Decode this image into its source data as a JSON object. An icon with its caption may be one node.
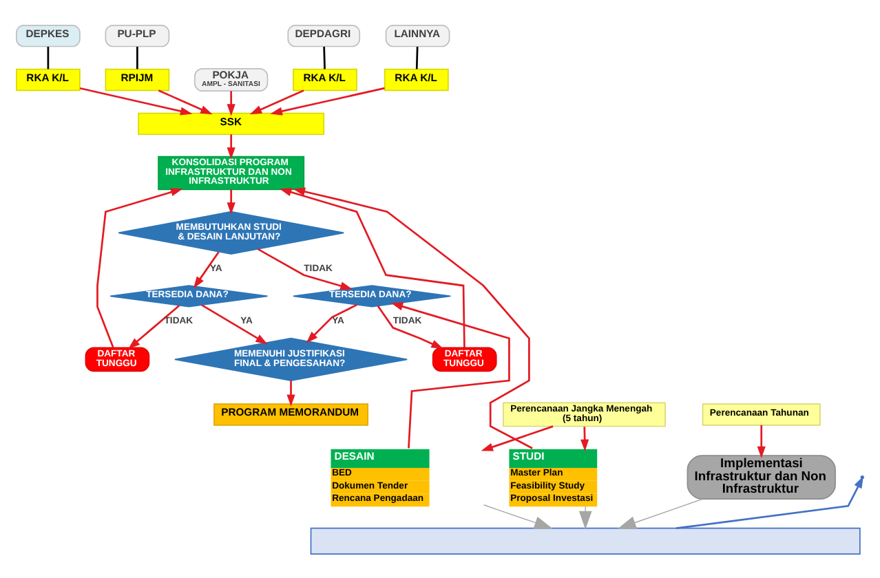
{
  "diagram": {
    "nodes": [
      {
        "text": [
          "DEPKES"
        ]
      },
      {
        "text": [
          "PU-PLP"
        ]
      },
      {
        "text": [
          "DEPDAGRI"
        ]
      },
      {
        "text": [
          "LAINNYA"
        ]
      },
      {
        "text": [
          "RKA K/L"
        ]
      },
      {
        "text": [
          "RPIJM"
        ]
      },
      {
        "text": [
          "POKJA",
          "AMPL - SANITASI"
        ]
      },
      {
        "text": [
          "RKA K/L"
        ]
      },
      {
        "text": [
          "RKA K/L"
        ]
      },
      {
        "text": [
          "SSK"
        ]
      },
      {
        "text": [
          "DAFTAR TUNGGU"
        ]
      },
      {
        "text": [
          "KONSOLIDASI PROGRAM INFRASTRUKTUR DAN NON INFRASTRUKTUR"
        ]
      },
      {
        "text": [
          "DAFTAR TUNGGU"
        ]
      },
      {
        "text": [
          "MEMBUTUHKAN STUDI & DESAIN LANJUTAN?"
        ]
      },
      {
        "text": [
          "TERSEDIA DANA?"
        ]
      },
      {
        "text": [
          "TERSEDIA DANA?"
        ]
      },
      {
        "text": [
          "MEMENUHI JUSTIFIKASI FINAL & PENGESAHAN?"
        ]
      },
      {
        "text": [
          "PROGRAM MEMORANDUM"
        ]
      },
      {
        "text": [
          "Perencanaan Jangka Menengah (5 tahun)"
        ]
      },
      {
        "text": [
          "Perencanaan Tahunan"
        ]
      },
      {
        "text": [
          "STUDI",
          "Master Plan",
          "Feasibility Study",
          "Proposal Investasi"
        ]
      },
      {
        "text": [
          "Implementasi Infrastruktur dan Non Infrastruktur"
        ]
      },
      {
        "text": [
          "DESAIN",
          "BED",
          "Dokumen Tender",
          "Rencana Pengadaan"
        ]
      },
      {
        "text": [],
        "shape": "box"
      }
    ],
    "edges": [
      {
        "from": 0,
        "to": 4,
        "arrow": "none",
        "color": "#000000"
      },
      {
        "from": 1,
        "to": 5,
        "arrow": "none",
        "color": "#000000"
      },
      {
        "from": 2,
        "to": 7,
        "arrow": "none",
        "color": "#000000"
      },
      {
        "from": 3,
        "to": 8,
        "arrow": "none",
        "color": "#000000"
      },
      {
        "from": 4,
        "to": 9,
        "arrow": "to"
      },
      {
        "from": 5,
        "to": 9,
        "arrow": "to"
      },
      {
        "from": 6,
        "to": 9,
        "arrow": "to"
      },
      {
        "from": 7,
        "to": 9,
        "arrow": "to"
      },
      {
        "from": 8,
        "to": 9,
        "arrow": "to"
      },
      {
        "from": 9,
        "to": 11,
        "arrow": "to"
      },
      {
        "from": 10,
        "to": 11,
        "arrow": "to"
      },
      {
        "from": 12,
        "to": 11,
        "arrow": "to"
      },
      {
        "from": 11,
        "to": 13,
        "arrow": "to"
      },
      {
        "from": 13,
        "to": 14,
        "label": "YA",
        "arrow": "to"
      },
      {
        "from": 13,
        "to": 15,
        "label": "TIDAK",
        "arrow": "to"
      },
      {
        "from": 14,
        "to": 10,
        "label": "TIDAK",
        "arrow": "to"
      },
      {
        "from": 15,
        "to": 12,
        "label": "TIDAK",
        "arrow": "to"
      },
      {
        "from": 14,
        "to": 16,
        "label": "YA",
        "arrow": "to"
      },
      {
        "from": 15,
        "to": 16,
        "label": "YA",
        "arrow": "to"
      },
      {
        "from": 16,
        "to": 17,
        "arrow": "to"
      },
      {
        "from": 18,
        "to": 20,
        "arrow": "to"
      },
      {
        "from": 18,
        "to": 22,
        "arrow": "to"
      },
      {
        "from": 19,
        "to": 21,
        "arrow": "to"
      },
      {
        "from": 20,
        "to": 11,
        "arrow": "to"
      },
      {
        "from": 22,
        "to": 15,
        "arrow": "to"
      },
      {
        "from": 20,
        "to": 23,
        "arrow": "to",
        "color": "#a6a6a6"
      },
      {
        "from": 21,
        "to": 23,
        "arrow": "to",
        "color": "#a6a6a6"
      },
      {
        "from": 22,
        "to": 23,
        "arrow": "to",
        "color": "#a6a6a6"
      },
      {
        "from": 23,
        "to": null,
        "arrow": "to",
        "color": "#4472c4"
      }
    ]
  }
}
